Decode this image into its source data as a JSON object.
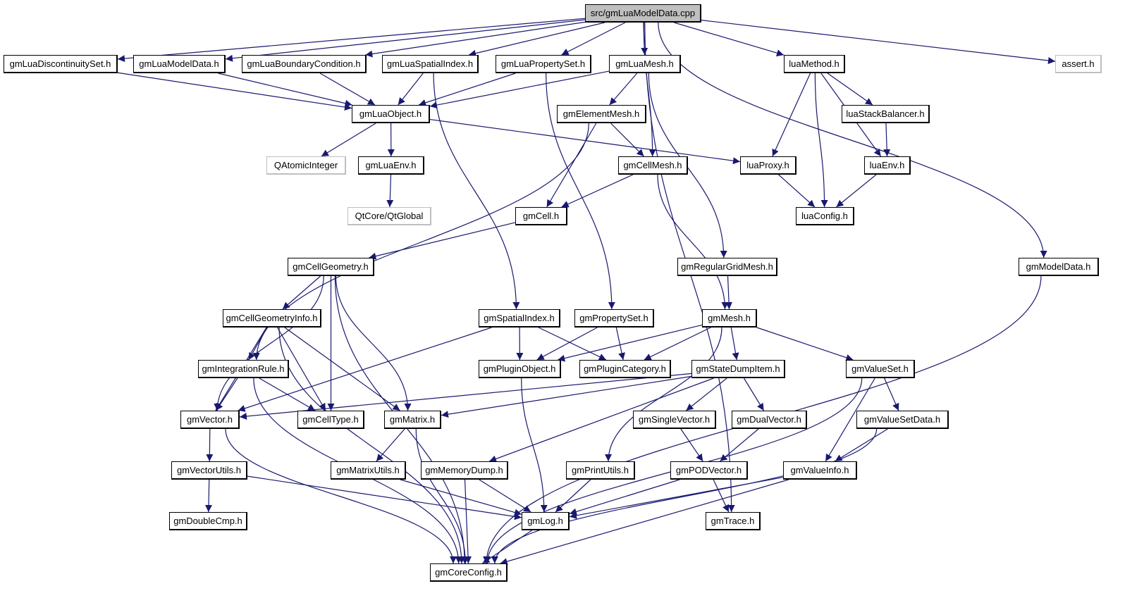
{
  "diagram": {
    "title": "src/gmLuaModelData.cpp",
    "edge_color": "#191970",
    "root_fill": "#bfbfbf",
    "external_border": "#bfbfbf",
    "nodes": [
      {
        "id": "root",
        "label": "src/gmLuaModelData.cpp",
        "kind": "root"
      },
      {
        "id": "gmLuaDiscontinuitySet",
        "label": "gmLuaDiscontinuitySet.h",
        "kind": "file"
      },
      {
        "id": "gmLuaModelData",
        "label": "gmLuaModelData.h",
        "kind": "file"
      },
      {
        "id": "gmLuaBoundaryCondition",
        "label": "gmLuaBoundaryCondition.h",
        "kind": "file"
      },
      {
        "id": "gmLuaSpatialIndex",
        "label": "gmLuaSpatialIndex.h",
        "kind": "file"
      },
      {
        "id": "gmLuaPropertySet",
        "label": "gmLuaPropertySet.h",
        "kind": "file"
      },
      {
        "id": "gmLuaMesh",
        "label": "gmLuaMesh.h",
        "kind": "file"
      },
      {
        "id": "luaMethod",
        "label": "luaMethod.h",
        "kind": "file"
      },
      {
        "id": "assert",
        "label": "assert.h",
        "kind": "external"
      },
      {
        "id": "gmLuaObject",
        "label": "gmLuaObject.h",
        "kind": "file"
      },
      {
        "id": "gmElementMesh",
        "label": "gmElementMesh.h",
        "kind": "file"
      },
      {
        "id": "luaStackBalancer",
        "label": "luaStackBalancer.h",
        "kind": "file"
      },
      {
        "id": "QAtomicInteger",
        "label": "QAtomicInteger",
        "kind": "external"
      },
      {
        "id": "gmLuaEnv",
        "label": "gmLuaEnv.h",
        "kind": "file"
      },
      {
        "id": "gmCellMesh",
        "label": "gmCellMesh.h",
        "kind": "file"
      },
      {
        "id": "luaProxy",
        "label": "luaProxy.h",
        "kind": "file"
      },
      {
        "id": "luaEnv",
        "label": "luaEnv.h",
        "kind": "file"
      },
      {
        "id": "QtGlobal",
        "label": "QtCore/QtGlobal",
        "kind": "external"
      },
      {
        "id": "gmCell",
        "label": "gmCell.h",
        "kind": "file"
      },
      {
        "id": "luaConfig",
        "label": "luaConfig.h",
        "kind": "file"
      },
      {
        "id": "gmCellGeometry",
        "label": "gmCellGeometry.h",
        "kind": "file"
      },
      {
        "id": "gmRegularGridMesh",
        "label": "gmRegularGridMesh.h",
        "kind": "file"
      },
      {
        "id": "gmModelData",
        "label": "gmModelData.h",
        "kind": "file"
      },
      {
        "id": "gmCellGeometryInfo",
        "label": "gmCellGeometryInfo.h",
        "kind": "file"
      },
      {
        "id": "gmSpatialIndex",
        "label": "gmSpatialIndex.h",
        "kind": "file"
      },
      {
        "id": "gmPropertySet",
        "label": "gmPropertySet.h",
        "kind": "file"
      },
      {
        "id": "gmMesh",
        "label": "gmMesh.h",
        "kind": "file"
      },
      {
        "id": "gmIntegrationRule",
        "label": "gmIntegrationRule.h",
        "kind": "file"
      },
      {
        "id": "gmPluginObject",
        "label": "gmPluginObject.h",
        "kind": "file"
      },
      {
        "id": "gmPluginCategory",
        "label": "gmPluginCategory.h",
        "kind": "file"
      },
      {
        "id": "gmStateDumpItem",
        "label": "gmStateDumpItem.h",
        "kind": "file"
      },
      {
        "id": "gmValueSet",
        "label": "gmValueSet.h",
        "kind": "file"
      },
      {
        "id": "gmVector",
        "label": "gmVector.h",
        "kind": "file"
      },
      {
        "id": "gmCellType",
        "label": "gmCellType.h",
        "kind": "file"
      },
      {
        "id": "gmMatrix",
        "label": "gmMatrix.h",
        "kind": "file"
      },
      {
        "id": "gmSingleVector",
        "label": "gmSingleVector.h",
        "kind": "file"
      },
      {
        "id": "gmDualVector",
        "label": "gmDualVector.h",
        "kind": "file"
      },
      {
        "id": "gmValueSetData",
        "label": "gmValueSetData.h",
        "kind": "file"
      },
      {
        "id": "gmVectorUtils",
        "label": "gmVectorUtils.h",
        "kind": "file"
      },
      {
        "id": "gmMatrixUtils",
        "label": "gmMatrixUtils.h",
        "kind": "file"
      },
      {
        "id": "gmMemoryDump",
        "label": "gmMemoryDump.h",
        "kind": "file"
      },
      {
        "id": "gmPrintUtils",
        "label": "gmPrintUtils.h",
        "kind": "file"
      },
      {
        "id": "gmPODVector",
        "label": "gmPODVector.h",
        "kind": "file"
      },
      {
        "id": "gmValueInfo",
        "label": "gmValueInfo.h",
        "kind": "file"
      },
      {
        "id": "gmDoubleCmp",
        "label": "gmDoubleCmp.h",
        "kind": "file"
      },
      {
        "id": "gmLog",
        "label": "gmLog.h",
        "kind": "file"
      },
      {
        "id": "gmTrace",
        "label": "gmTrace.h",
        "kind": "file"
      },
      {
        "id": "gmCoreConfig",
        "label": "gmCoreConfig.h",
        "kind": "file"
      }
    ],
    "edges": [
      [
        "root",
        "gmLuaDiscontinuitySet"
      ],
      [
        "root",
        "gmLuaModelData"
      ],
      [
        "root",
        "gmLuaBoundaryCondition"
      ],
      [
        "root",
        "gmLuaSpatialIndex"
      ],
      [
        "root",
        "gmLuaPropertySet"
      ],
      [
        "root",
        "gmLuaMesh"
      ],
      [
        "root",
        "luaMethod"
      ],
      [
        "root",
        "assert"
      ],
      [
        "root",
        "gmCellMesh"
      ],
      [
        "root",
        "gmModelData"
      ],
      [
        "root",
        "gmTrace"
      ],
      [
        "gmLuaDiscontinuitySet",
        "gmLuaObject"
      ],
      [
        "gmLuaModelData",
        "gmLuaObject"
      ],
      [
        "gmLuaBoundaryCondition",
        "gmLuaObject"
      ],
      [
        "gmLuaSpatialIndex",
        "gmLuaObject"
      ],
      [
        "gmLuaSpatialIndex",
        "gmSpatialIndex"
      ],
      [
        "gmLuaPropertySet",
        "gmLuaObject"
      ],
      [
        "gmLuaPropertySet",
        "gmPropertySet"
      ],
      [
        "gmLuaMesh",
        "gmLuaObject"
      ],
      [
        "gmLuaMesh",
        "gmElementMesh"
      ],
      [
        "gmLuaMesh",
        "gmRegularGridMesh"
      ],
      [
        "luaMethod",
        "luaStackBalancer"
      ],
      [
        "luaMethod",
        "luaProxy"
      ],
      [
        "luaMethod",
        "luaConfig"
      ],
      [
        "luaMethod",
        "luaEnv"
      ],
      [
        "gmLuaObject",
        "QAtomicInteger"
      ],
      [
        "gmLuaObject",
        "gmLuaEnv"
      ],
      [
        "gmLuaObject",
        "luaProxy"
      ],
      [
        "gmLuaEnv",
        "QtGlobal"
      ],
      [
        "gmElementMesh",
        "gmCellMesh"
      ],
      [
        "gmElementMesh",
        "gmCell"
      ],
      [
        "gmElementMesh",
        "gmIntegrationRule"
      ],
      [
        "luaStackBalancer",
        "luaEnv"
      ],
      [
        "luaProxy",
        "luaConfig"
      ],
      [
        "luaEnv",
        "luaConfig"
      ],
      [
        "gmCellMesh",
        "gmCell"
      ],
      [
        "gmCellMesh",
        "gmMesh"
      ],
      [
        "gmCell",
        "gmCellGeometry"
      ],
      [
        "gmCellGeometry",
        "gmCellGeometryInfo"
      ],
      [
        "gmCellGeometry",
        "gmCellType"
      ],
      [
        "gmCellGeometry",
        "gmMatrix"
      ],
      [
        "gmCellGeometry",
        "gmVector"
      ],
      [
        "gmCellGeometry",
        "gmCoreConfig"
      ],
      [
        "gmRegularGridMesh",
        "gmMesh"
      ],
      [
        "gmModelData",
        "gmCoreConfig"
      ],
      [
        "gmCellGeometryInfo",
        "gmIntegrationRule"
      ],
      [
        "gmCellGeometryInfo",
        "gmCellType"
      ],
      [
        "gmCellGeometryInfo",
        "gmMatrix"
      ],
      [
        "gmCellGeometryInfo",
        "gmVector"
      ],
      [
        "gmCellGeometryInfo",
        "gmCoreConfig"
      ],
      [
        "gmSpatialIndex",
        "gmPluginObject"
      ],
      [
        "gmSpatialIndex",
        "gmPluginCategory"
      ],
      [
        "gmSpatialIndex",
        "gmVector"
      ],
      [
        "gmPropertySet",
        "gmPluginObject"
      ],
      [
        "gmPropertySet",
        "gmPluginCategory"
      ],
      [
        "gmMesh",
        "gmPluginObject"
      ],
      [
        "gmMesh",
        "gmPluginCategory"
      ],
      [
        "gmMesh",
        "gmStateDumpItem"
      ],
      [
        "gmMesh",
        "gmValueSet"
      ],
      [
        "gmMesh",
        "gmPrintUtils"
      ],
      [
        "gmIntegrationRule",
        "gmVector"
      ],
      [
        "gmIntegrationRule",
        "gmCellType"
      ],
      [
        "gmIntegrationRule",
        "gmCoreConfig"
      ],
      [
        "gmPluginObject",
        "gmLog"
      ],
      [
        "gmStateDumpItem",
        "gmVector"
      ],
      [
        "gmStateDumpItem",
        "gmMatrix"
      ],
      [
        "gmStateDumpItem",
        "gmSingleVector"
      ],
      [
        "gmStateDumpItem",
        "gmDualVector"
      ],
      [
        "gmStateDumpItem",
        "gmMemoryDump"
      ],
      [
        "gmValueSet",
        "gmValueSetData"
      ],
      [
        "gmValueSet",
        "gmValueInfo"
      ],
      [
        "gmValueSet",
        "gmCoreConfig"
      ],
      [
        "gmVector",
        "gmVectorUtils"
      ],
      [
        "gmVector",
        "gmCoreConfig"
      ],
      [
        "gmMatrix",
        "gmMatrixUtils"
      ],
      [
        "gmMatrix",
        "gmCoreConfig"
      ],
      [
        "gmSingleVector",
        "gmPODVector"
      ],
      [
        "gmDualVector",
        "gmPODVector"
      ],
      [
        "gmValueSetData",
        "gmValueInfo"
      ],
      [
        "gmValueSetData",
        "gmCoreConfig"
      ],
      [
        "gmVectorUtils",
        "gmDoubleCmp"
      ],
      [
        "gmVectorUtils",
        "gmLog"
      ],
      [
        "gmMatrixUtils",
        "gmLog"
      ],
      [
        "gmMemoryDump",
        "gmLog"
      ],
      [
        "gmMemoryDump",
        "gmCoreConfig"
      ],
      [
        "gmPrintUtils",
        "gmLog"
      ],
      [
        "gmPODVector",
        "gmLog"
      ],
      [
        "gmPODVector",
        "gmTrace"
      ],
      [
        "gmValueInfo",
        "gmLog"
      ],
      [
        "gmValueInfo",
        "gmCoreConfig"
      ],
      [
        "gmLog",
        "gmCoreConfig"
      ]
    ]
  }
}
